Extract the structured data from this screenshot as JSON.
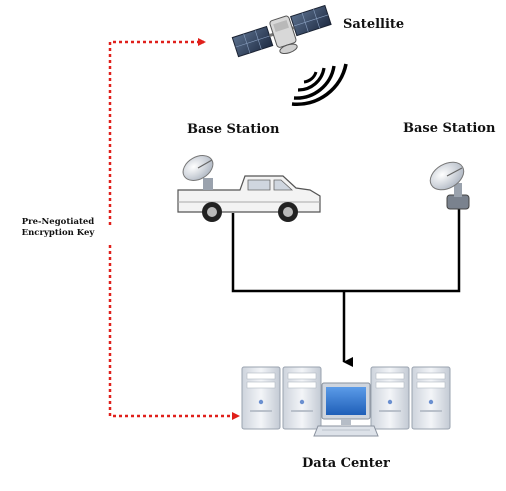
{
  "labels": {
    "satellite": "Satellite",
    "base_station_truck": "Base Station",
    "base_station_fixed": "Base Station",
    "data_center": "Data Center",
    "encryption_key_line1": "Pre-Negotiated",
    "encryption_key_line2": "Encryption Key"
  },
  "icons": {
    "satellite": "satellite-icon",
    "signal": "signal-waves-icon",
    "truck": "pickup-truck-with-dish-icon",
    "dish": "fixed-satellite-dish-icon",
    "server": "server-tower-icon",
    "monitor": "computer-monitor-icon"
  },
  "colors": {
    "key_path": "#e0201b",
    "data_path": "#000000",
    "server_body": "#e4e8ee",
    "monitor_screen": "#3a7bd5"
  }
}
